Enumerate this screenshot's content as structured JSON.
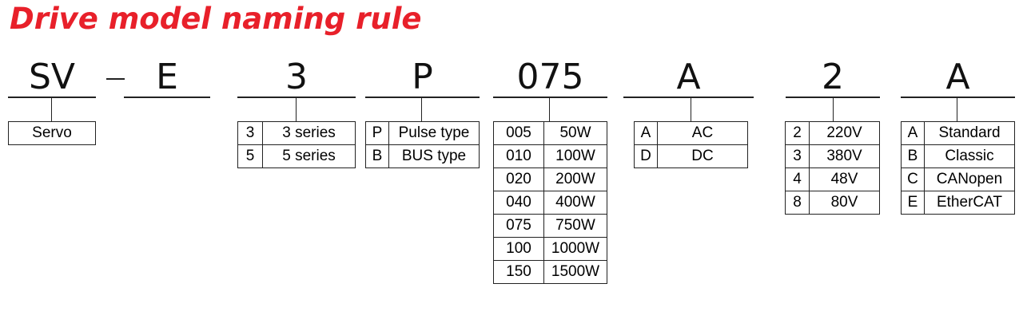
{
  "title": "Drive model naming rule",
  "segments": [
    {
      "code": "SV",
      "rows": [
        [
          "Servo"
        ]
      ]
    },
    {
      "code": "E",
      "rows": []
    },
    {
      "code": "3",
      "rows": [
        [
          "3",
          "3 series"
        ],
        [
          "5",
          "5 series"
        ]
      ]
    },
    {
      "code": "P",
      "rows": [
        [
          "P",
          "Pulse type"
        ],
        [
          "B",
          "BUS type"
        ]
      ]
    },
    {
      "code": "075",
      "rows": [
        [
          "005",
          "50W"
        ],
        [
          "010",
          "100W"
        ],
        [
          "020",
          "200W"
        ],
        [
          "040",
          "400W"
        ],
        [
          "075",
          "750W"
        ],
        [
          "100",
          "1000W"
        ],
        [
          "150",
          "1500W"
        ]
      ]
    },
    {
      "code": "A",
      "rows": [
        [
          "A",
          "AC"
        ],
        [
          "D",
          "DC"
        ]
      ]
    },
    {
      "code": "2",
      "rows": [
        [
          "2",
          "220V"
        ],
        [
          "3",
          "380V"
        ],
        [
          "4",
          "48V"
        ],
        [
          "8",
          "80V"
        ]
      ]
    },
    {
      "code": "A",
      "rows": [
        [
          "A",
          "Standard"
        ],
        [
          "B",
          "Classic"
        ],
        [
          "C",
          "CANopen"
        ],
        [
          "E",
          "EtherCAT"
        ]
      ]
    }
  ]
}
